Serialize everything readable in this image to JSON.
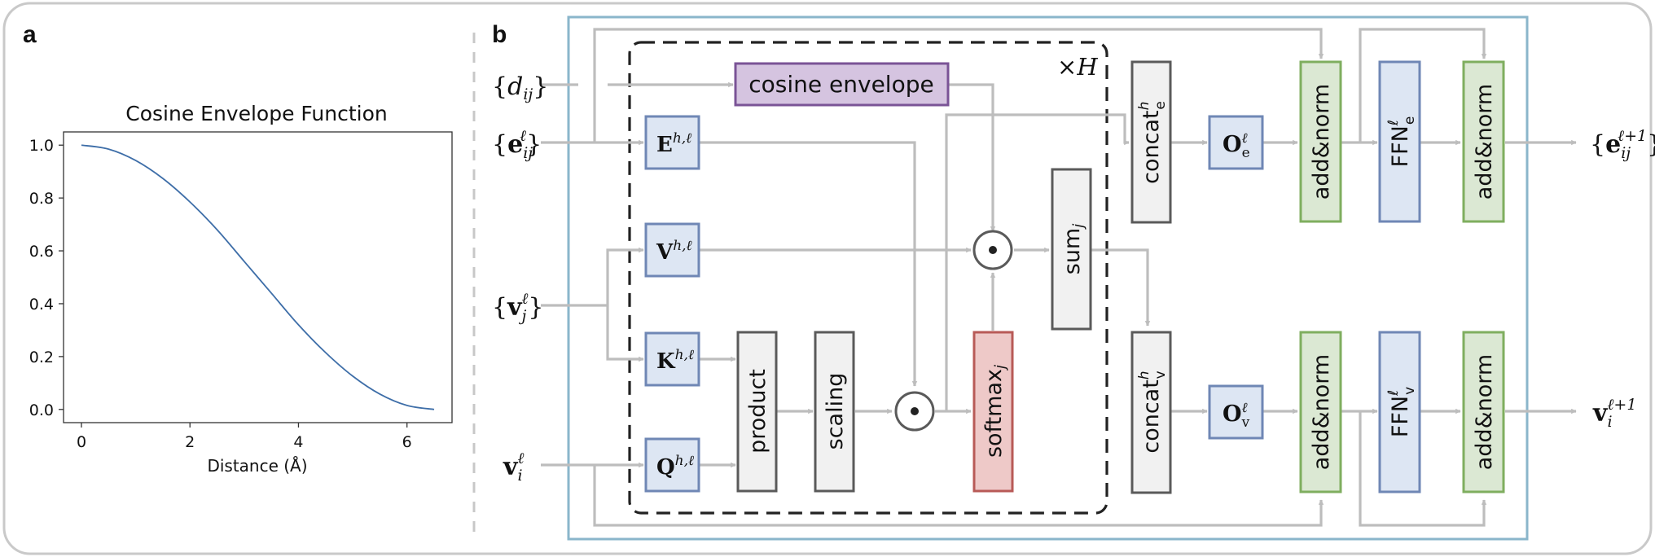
{
  "panel_a": {
    "letter": "a",
    "chart_data": {
      "type": "line",
      "title": "Cosine Envelope Function",
      "xlabel": "Distance (Å)",
      "ylabel": "",
      "xlim": [
        -0.33,
        6.83
      ],
      "ylim": [
        -0.05,
        1.05
      ],
      "x_ticks": [
        0,
        2,
        4,
        6
      ],
      "y_ticks": [
        0.0,
        0.2,
        0.4,
        0.6,
        0.8,
        1.0
      ],
      "x_tick_labels": [
        "0",
        "2",
        "4",
        "6"
      ],
      "y_tick_labels": [
        "0.0",
        "0.2",
        "0.4",
        "0.6",
        "0.8",
        "1.0"
      ],
      "series": [
        {
          "color": "#3e6ea8",
          "x": [
            0,
            0.5,
            1.0,
            1.5,
            2.0,
            2.5,
            3.0,
            3.5,
            4.0,
            4.5,
            5.0,
            5.5,
            6.0,
            6.5
          ],
          "y": [
            1.0,
            0.985,
            0.942,
            0.874,
            0.785,
            0.68,
            0.56,
            0.44,
            0.32,
            0.215,
            0.126,
            0.058,
            0.015,
            0.0
          ]
        }
      ]
    }
  },
  "panel_b": {
    "letter": "b",
    "inputs": {
      "d_brace_open": "{",
      "d_main": "d",
      "d_sub": "ij",
      "d_brace_close": "}",
      "e_brace_open": "{",
      "e_main": "e",
      "e_sub": "ij",
      "e_sup": "ℓ",
      "e_brace_close": "}",
      "v_brace_open": "{",
      "v_main": "v",
      "v_sub": "j",
      "v_sup": "ℓ",
      "v_brace_close": "}",
      "vi_main": "v",
      "vi_sub": "i",
      "vi_sup": "ℓ"
    },
    "outputs": {
      "e_brace_open": "{",
      "e_main": "e",
      "e_sub": "ij",
      "e_sup": "ℓ+1",
      "e_brace_close": "}",
      "v_main": "v",
      "v_sub": "i",
      "v_sup": "ℓ+1"
    },
    "heads_label_times": "×",
    "heads_label_h": "H",
    "blocks": {
      "cosine_envelope": "cosine envelope",
      "E": {
        "main": "E",
        "sup": "h,ℓ"
      },
      "V": {
        "main": "V",
        "sup": "h,ℓ"
      },
      "K": {
        "main": "K",
        "sup": "h,ℓ"
      },
      "Q": {
        "main": "Q",
        "sup": "h,ℓ"
      },
      "product": "product",
      "scaling": "scaling",
      "softmax": {
        "main": "softmax",
        "sub": "j"
      },
      "sum": {
        "main": "sum",
        "sub": "j"
      },
      "concat_e": {
        "main": "concat",
        "sup": "h",
        "sub": "e"
      },
      "concat_v": {
        "main": "concat",
        "sup": "h",
        "sub": "v"
      },
      "O_e": {
        "main": "O",
        "sup": "ℓ",
        "sub": "e"
      },
      "O_v": {
        "main": "O",
        "sup": "ℓ",
        "sub": "v"
      },
      "addnorm": "add&norm",
      "FFN_e": {
        "main": "FFN",
        "sup": "ℓ",
        "sub": "e"
      },
      "FFN_v": {
        "main": "FFN",
        "sup": "ℓ",
        "sub": "v"
      }
    },
    "colors": {
      "blue_fill": "#dde6f3",
      "blue_stroke": "#6f87b5",
      "green_fill": "#dbe8d3",
      "green_stroke": "#7fae5f",
      "purple_fill": "#d5c4e0",
      "purple_stroke": "#7a5396",
      "red_fill": "#eec9c8",
      "red_stroke": "#b85a57",
      "gray_fill": "#f1f1f1",
      "gray_stroke": "#5a5a5a",
      "frame_stroke": "#8ab6cb",
      "arrow": "#bdbdbd"
    }
  }
}
